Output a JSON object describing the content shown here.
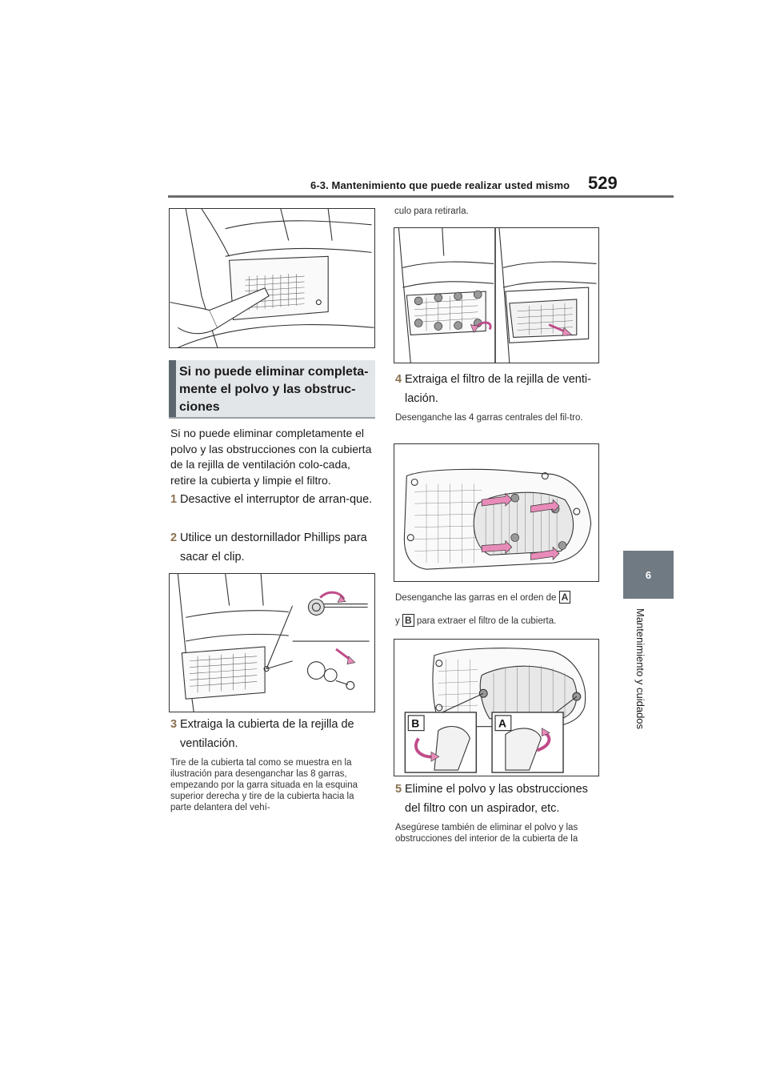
{
  "header": {
    "title": "6-3. Mantenimiento que puede realizar usted mismo",
    "page_number": "529"
  },
  "side": {
    "tab": "6",
    "label": "Mantenimiento y cuidados"
  },
  "section": {
    "title": "Si no puede eliminar completa-mente el polvo y las obstruc-ciones"
  },
  "intro": "Si no puede eliminar completamente el polvo y las obstrucciones con la cubierta de la rejilla de ventilación colo-cada, retire la cubierta y limpie el filtro.",
  "steps": [
    {
      "num": "1",
      "text": "Desactive el interruptor de arran-que."
    },
    {
      "num": "2",
      "text": "Utilice un destornillador Phillips para sacar el clip."
    },
    {
      "num": "3",
      "text": "Extraiga la cubierta de la rejilla de ventilación."
    },
    {
      "num": "4",
      "text": "Extraiga el filtro de la rejilla de venti-lación."
    },
    {
      "num": "5",
      "text": "Elimine el polvo y las obstrucciones del filtro con un aspirador, etc."
    }
  ],
  "notes": {
    "step3": "Tire de la cubierta tal como se muestra en la ilustración para desenganchar las 8 garras, empezando por la garra situada en la esquina superior derecha y tire de la cubierta hacia la parte delantera del vehí-",
    "step3_cont": "culo para retirarla.",
    "step4a": "Desenganche las 4 garras centrales del fil-tro.",
    "step4b_pre": "Desenganche las garras en el orden de",
    "step4b_mid": "y",
    "step4b_post": "para extraer el filtro de la cubierta.",
    "key_a": "A",
    "key_b": "B",
    "step5": "Asegúrese también de eliminar el polvo y las obstrucciones del interior de la cubierta de la"
  },
  "figure_labels": {
    "a": "A",
    "b": "B"
  },
  "colors": {
    "accent_gray": "#5d666e",
    "arrow_pink": "#e88bb9",
    "step_number": "#8a7050"
  }
}
